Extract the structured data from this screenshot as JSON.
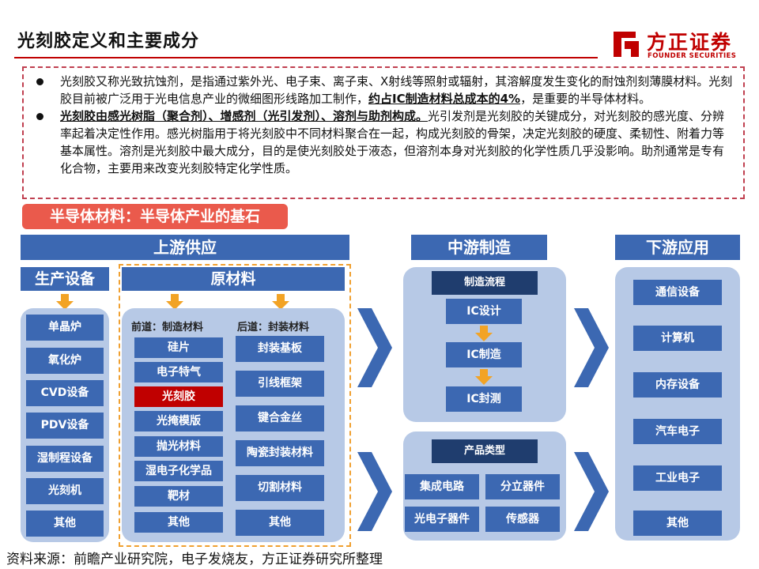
{
  "title": "光刻胶定义和主要成分",
  "brand": {
    "name_cn": "方正证券",
    "name_en": "FOUNDER SECURITIES",
    "color": "#c00000"
  },
  "intro": {
    "p1_a": "光刻胶又称光致抗蚀剂，是指通过紫外光、电子束、离子束、X射线等照射或辐射，其溶解度发生变化的耐蚀剂刻薄膜材料。光刻胶目前被广泛用于光电信息产业的微细图形线路加工制作，",
    "p1_hl": "约占IC制造材料总成本的4%",
    "p1_b": "，是重要的半导体材料。",
    "p2_hl": "光刻胶由感光树脂（聚合剂）、增感剂（光引发剂）、溶剂与助剂构成。",
    "p2_b": "光引发剂是光刻胶的关键成分，对光刻胶的感光度、分辨率起着决定性作用。感光树脂用于将光刻胶中不同材料聚合在一起，构成光刻胶的骨架，决定光刻胶的硬度、柔韧性、附着力等基本属性。溶剂是光刻胶中最大成分，目的是使光刻胶处于液态，但溶剂本身对光刻胶的化学性质几乎没影响。助剂通常是专有化合物，主要用来改变光刻胶特定化学性质。"
  },
  "banner": "半导体材料：半导体产业的基石",
  "upstream": {
    "title": "上游供应",
    "equipment": {
      "title": "生产设备",
      "items": [
        "单晶炉",
        "氧化炉",
        "CVD设备",
        "PDV设备",
        "湿制程设备",
        "光刻机",
        "其他"
      ]
    },
    "materials": {
      "title": "原材料",
      "front": {
        "title": "前道：制造材料",
        "items": [
          "硅片",
          "电子特气",
          "光刻胶",
          "光掩模版",
          "抛光材料",
          "湿电子化学品",
          "靶材",
          "其他"
        ]
      },
      "back": {
        "title": "后道：封装材料",
        "items": [
          "封装基板",
          "引线框架",
          "键合金丝",
          "陶瓷封装材料",
          "切割材料",
          "其他"
        ]
      }
    }
  },
  "midstream": {
    "title": "中游制造",
    "process": {
      "title": "制造流程",
      "steps": [
        "IC设计",
        "IC制造",
        "IC封测"
      ]
    },
    "products": {
      "title": "产品类型",
      "items": [
        "集成电路",
        "分立器件",
        "光电子器件",
        "传感器"
      ]
    }
  },
  "downstream": {
    "title": "下游应用",
    "items": [
      "通信设备",
      "计算机",
      "内存设备",
      "汽车电子",
      "工业电子",
      "其他"
    ]
  },
  "source": "资料来源：前瞻产业研究院，电子发烧友，方正证券研究所整理"
}
